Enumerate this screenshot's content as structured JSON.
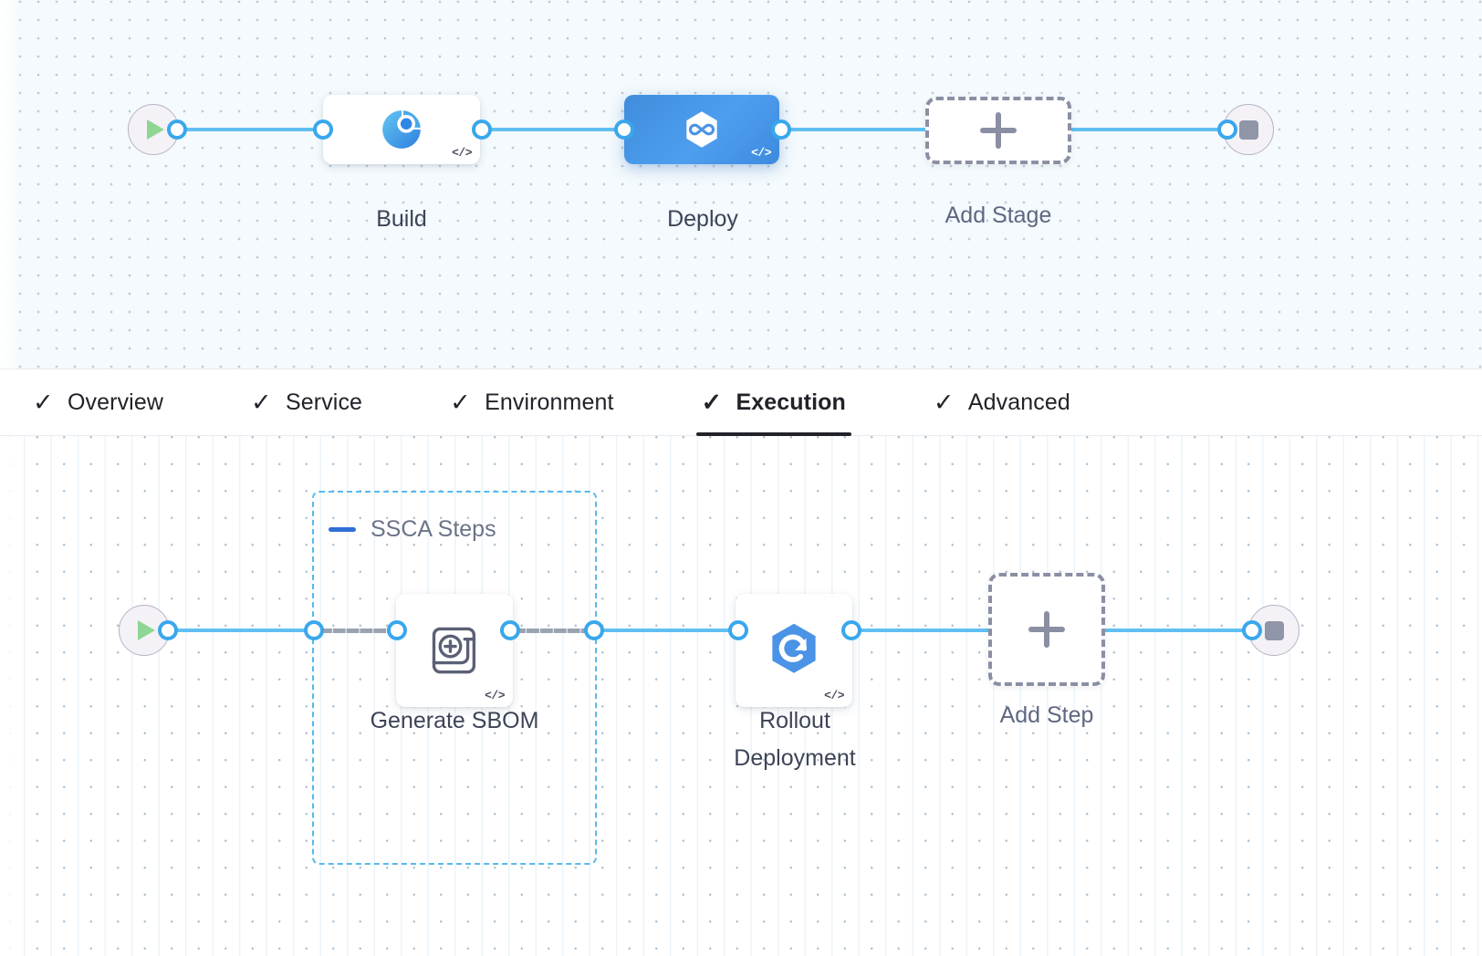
{
  "stage_graph": {
    "start_node": {
      "name": "start",
      "icon": "play-icon"
    },
    "end_node": {
      "name": "end",
      "icon": "stop-icon"
    },
    "stages": [
      {
        "label": "Build",
        "icon": "build-pie-icon",
        "code_badge": "</>",
        "selected": false
      },
      {
        "label": "Deploy",
        "icon": "deploy-hexagon-infinity-icon",
        "code_badge": "</>",
        "selected": true
      }
    ],
    "add_stage": {
      "label": "Add Stage",
      "icon": "plus-icon"
    }
  },
  "tabs": [
    {
      "label": "Overview",
      "check": "✓",
      "active": false
    },
    {
      "label": "Service",
      "check": "✓",
      "active": false
    },
    {
      "label": "Environment",
      "check": "✓",
      "active": false
    },
    {
      "label": "Execution",
      "check": "✓",
      "active": true
    },
    {
      "label": "Advanced",
      "check": "✓",
      "active": false
    }
  ],
  "step_graph": {
    "start_node": {
      "name": "start",
      "icon": "play-icon"
    },
    "end_node": {
      "name": "end",
      "icon": "stop-icon"
    },
    "group": {
      "title": "SSCA Steps",
      "collapse_icon": "minus-icon"
    },
    "steps": [
      {
        "label": "Generate SBOM",
        "icon": "scroll-plus-icon",
        "code_badge": "</>"
      },
      {
        "label": "Rollout\nDeployment",
        "icon": "hexagon-refresh-icon",
        "code_badge": "</>"
      }
    ],
    "add_step": {
      "label": "Add Step",
      "icon": "plus-icon"
    }
  },
  "colors": {
    "edge": "#61c0f2",
    "selected_node": "#4a96e8",
    "group_border": "#56b9ef",
    "dashed_edge": "#9aa3b2",
    "accent_blue": "#2f6fd6"
  }
}
